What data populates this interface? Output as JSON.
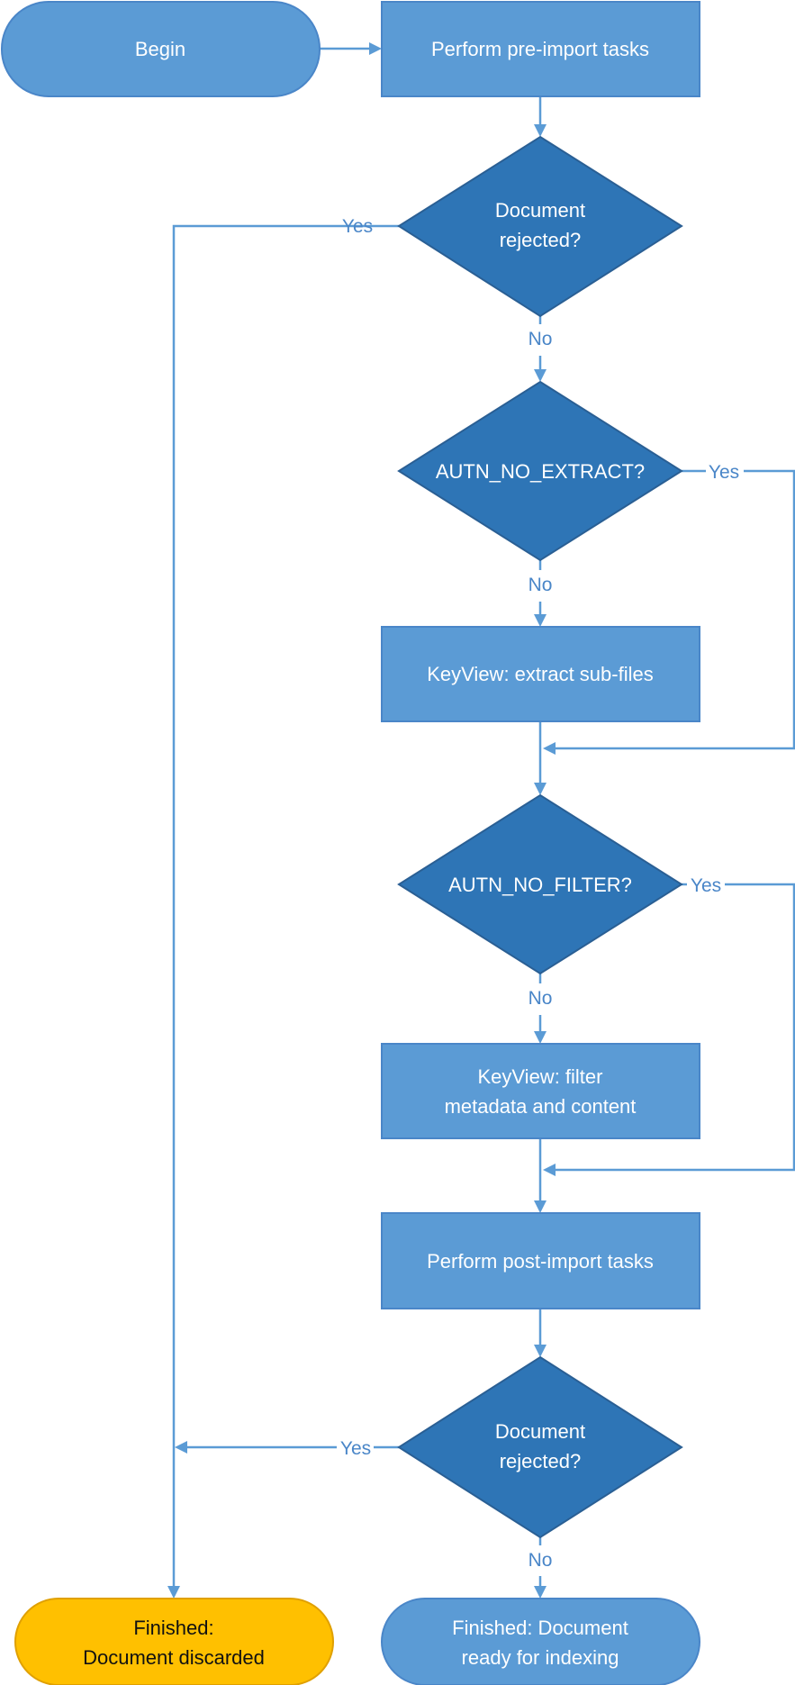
{
  "colors": {
    "process": "#5b9bd5",
    "process_border": "#4a86c8",
    "decision": "#2e75b6",
    "decision_border": "#2a5f94",
    "terminal_ok": "#5b9bd5",
    "terminal_discard": "#ffc000",
    "terminal_discard_border": "#e0a000",
    "edge": "#5b9bd5"
  },
  "nodes": {
    "begin": {
      "lines": [
        "Begin"
      ]
    },
    "pre_import": {
      "lines": [
        "Perform pre-import tasks"
      ]
    },
    "rejected_1": {
      "lines": [
        "Document",
        "rejected?"
      ]
    },
    "no_extract": {
      "lines": [
        "AUTN_NO_EXTRACT?"
      ]
    },
    "extract": {
      "lines": [
        "KeyView: extract sub-files"
      ]
    },
    "no_filter": {
      "lines": [
        "AUTN_NO_FILTER?"
      ]
    },
    "filter": {
      "lines": [
        "KeyView: filter",
        "metadata and content"
      ]
    },
    "post_import": {
      "lines": [
        "Perform post-import tasks"
      ]
    },
    "rejected_2": {
      "lines": [
        "Document",
        "rejected?"
      ]
    },
    "discarded": {
      "lines": [
        "Finished:",
        "Document discarded"
      ]
    },
    "ready": {
      "lines": [
        "Finished: Document",
        "ready for indexing"
      ]
    }
  },
  "edge_labels": {
    "rejected_1_yes": "Yes",
    "rejected_1_no": "No",
    "no_extract_yes": "Yes",
    "no_extract_no": "No",
    "no_filter_yes": "Yes",
    "no_filter_no": "No",
    "rejected_2_yes": "Yes",
    "rejected_2_no": "No"
  }
}
